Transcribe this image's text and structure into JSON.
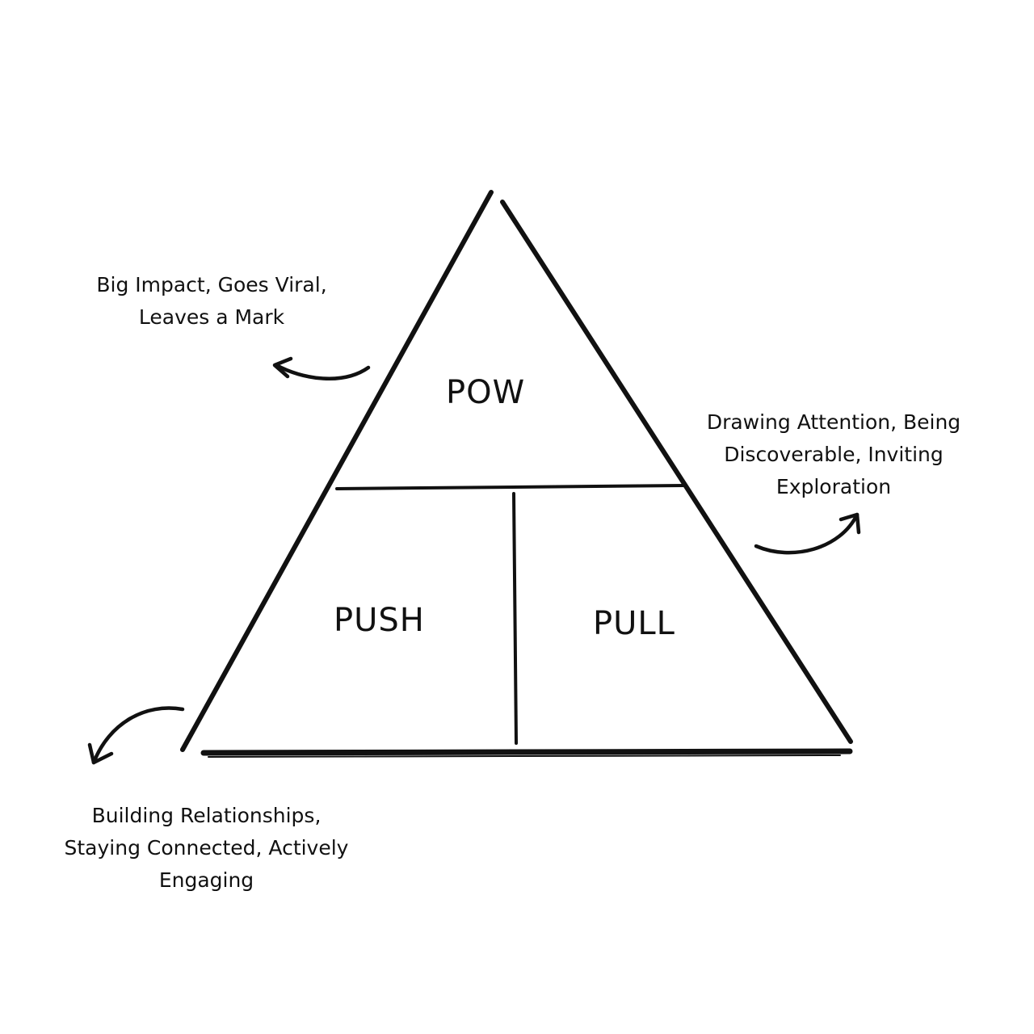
{
  "pyramid": {
    "top_label": "POW",
    "left_label": "PUSH",
    "right_label": "PULL"
  },
  "annotations": {
    "pow": {
      "lines": [
        "Big Impact, Goes Viral,",
        "Leaves a Mark"
      ]
    },
    "pull": {
      "lines": [
        "Drawing Attention, Being",
        "Discoverable, Inviting",
        "Exploration"
      ]
    },
    "push": {
      "lines": [
        "Building Relationships,",
        "Staying Connected, Actively",
        "Engaging"
      ]
    }
  }
}
